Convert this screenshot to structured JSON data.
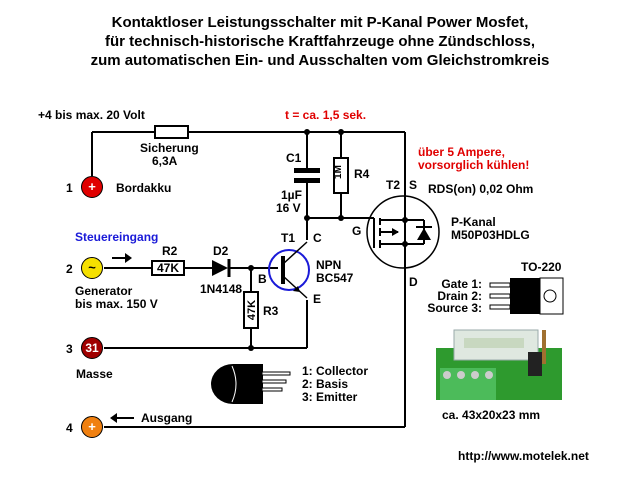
{
  "title": {
    "line1": "Kontaktloser Leistungsschalter mit P-Kanal Power Mosfet,",
    "line2": "für technisch-historische Kraftfahrzeuge ohne Zündschloss,",
    "line3": "zum automatischen Ein- und Ausschalten vom Gleichstromkreis"
  },
  "supply_label": "+4 bis max. 20 Volt",
  "timing_label": "t = ca. 1,5 sek.",
  "fuse": {
    "name": "Sicherung",
    "value": "6,3A"
  },
  "capacitor": {
    "ref": "C1",
    "value": "1µF",
    "voltage": "16 V"
  },
  "r4": {
    "ref": "R4",
    "value": "1M"
  },
  "warning": {
    "line1": "über 5 Ampere,",
    "line2": "vorsorglich kühlen!"
  },
  "mosfet": {
    "ref": "T2",
    "pin_s": "S",
    "pin_g": "G",
    "pin_d": "D",
    "rds": "RDS(on) 0,02 Ohm",
    "type": "P-Kanal",
    "part": "M50P03HDLG"
  },
  "transistor": {
    "ref": "T1",
    "pin_c": "C",
    "pin_b": "B",
    "pin_e": "E",
    "type": "NPN",
    "part": "BC547"
  },
  "r2": {
    "ref": "R2",
    "value": "47K"
  },
  "r3": {
    "ref": "R3",
    "value": "47K"
  },
  "diode": {
    "ref": "D2",
    "part": "1N4148"
  },
  "control_input_label": "Steuereingang",
  "terminals": [
    {
      "num": "1",
      "symbol": "+",
      "label": "Bordakku",
      "color": "#e00000"
    },
    {
      "num": "2",
      "symbol": "~",
      "label": "Generator",
      "label2": "bis max. 150 V",
      "color": "#f5e000"
    },
    {
      "num": "3",
      "symbol": "31",
      "label": "Masse",
      "color": "#a00000"
    },
    {
      "num": "4",
      "symbol": "+",
      "label": "Ausgang",
      "color": "#f08010"
    }
  ],
  "to220": {
    "name": "TO-220",
    "pins": [
      "Gate 1:",
      "Drain 2:",
      "Source 3:"
    ]
  },
  "to92_pins": [
    "1: Collector",
    "2: Basis",
    "3: Emitter"
  ],
  "board_size": "ca. 43x20x23 mm",
  "url": "http://www.motelek.net",
  "colors": {
    "wire": "#000000",
    "warning": "#e00000",
    "control": "#1a1ad8",
    "transistor_circle": "#1a1ad8"
  }
}
